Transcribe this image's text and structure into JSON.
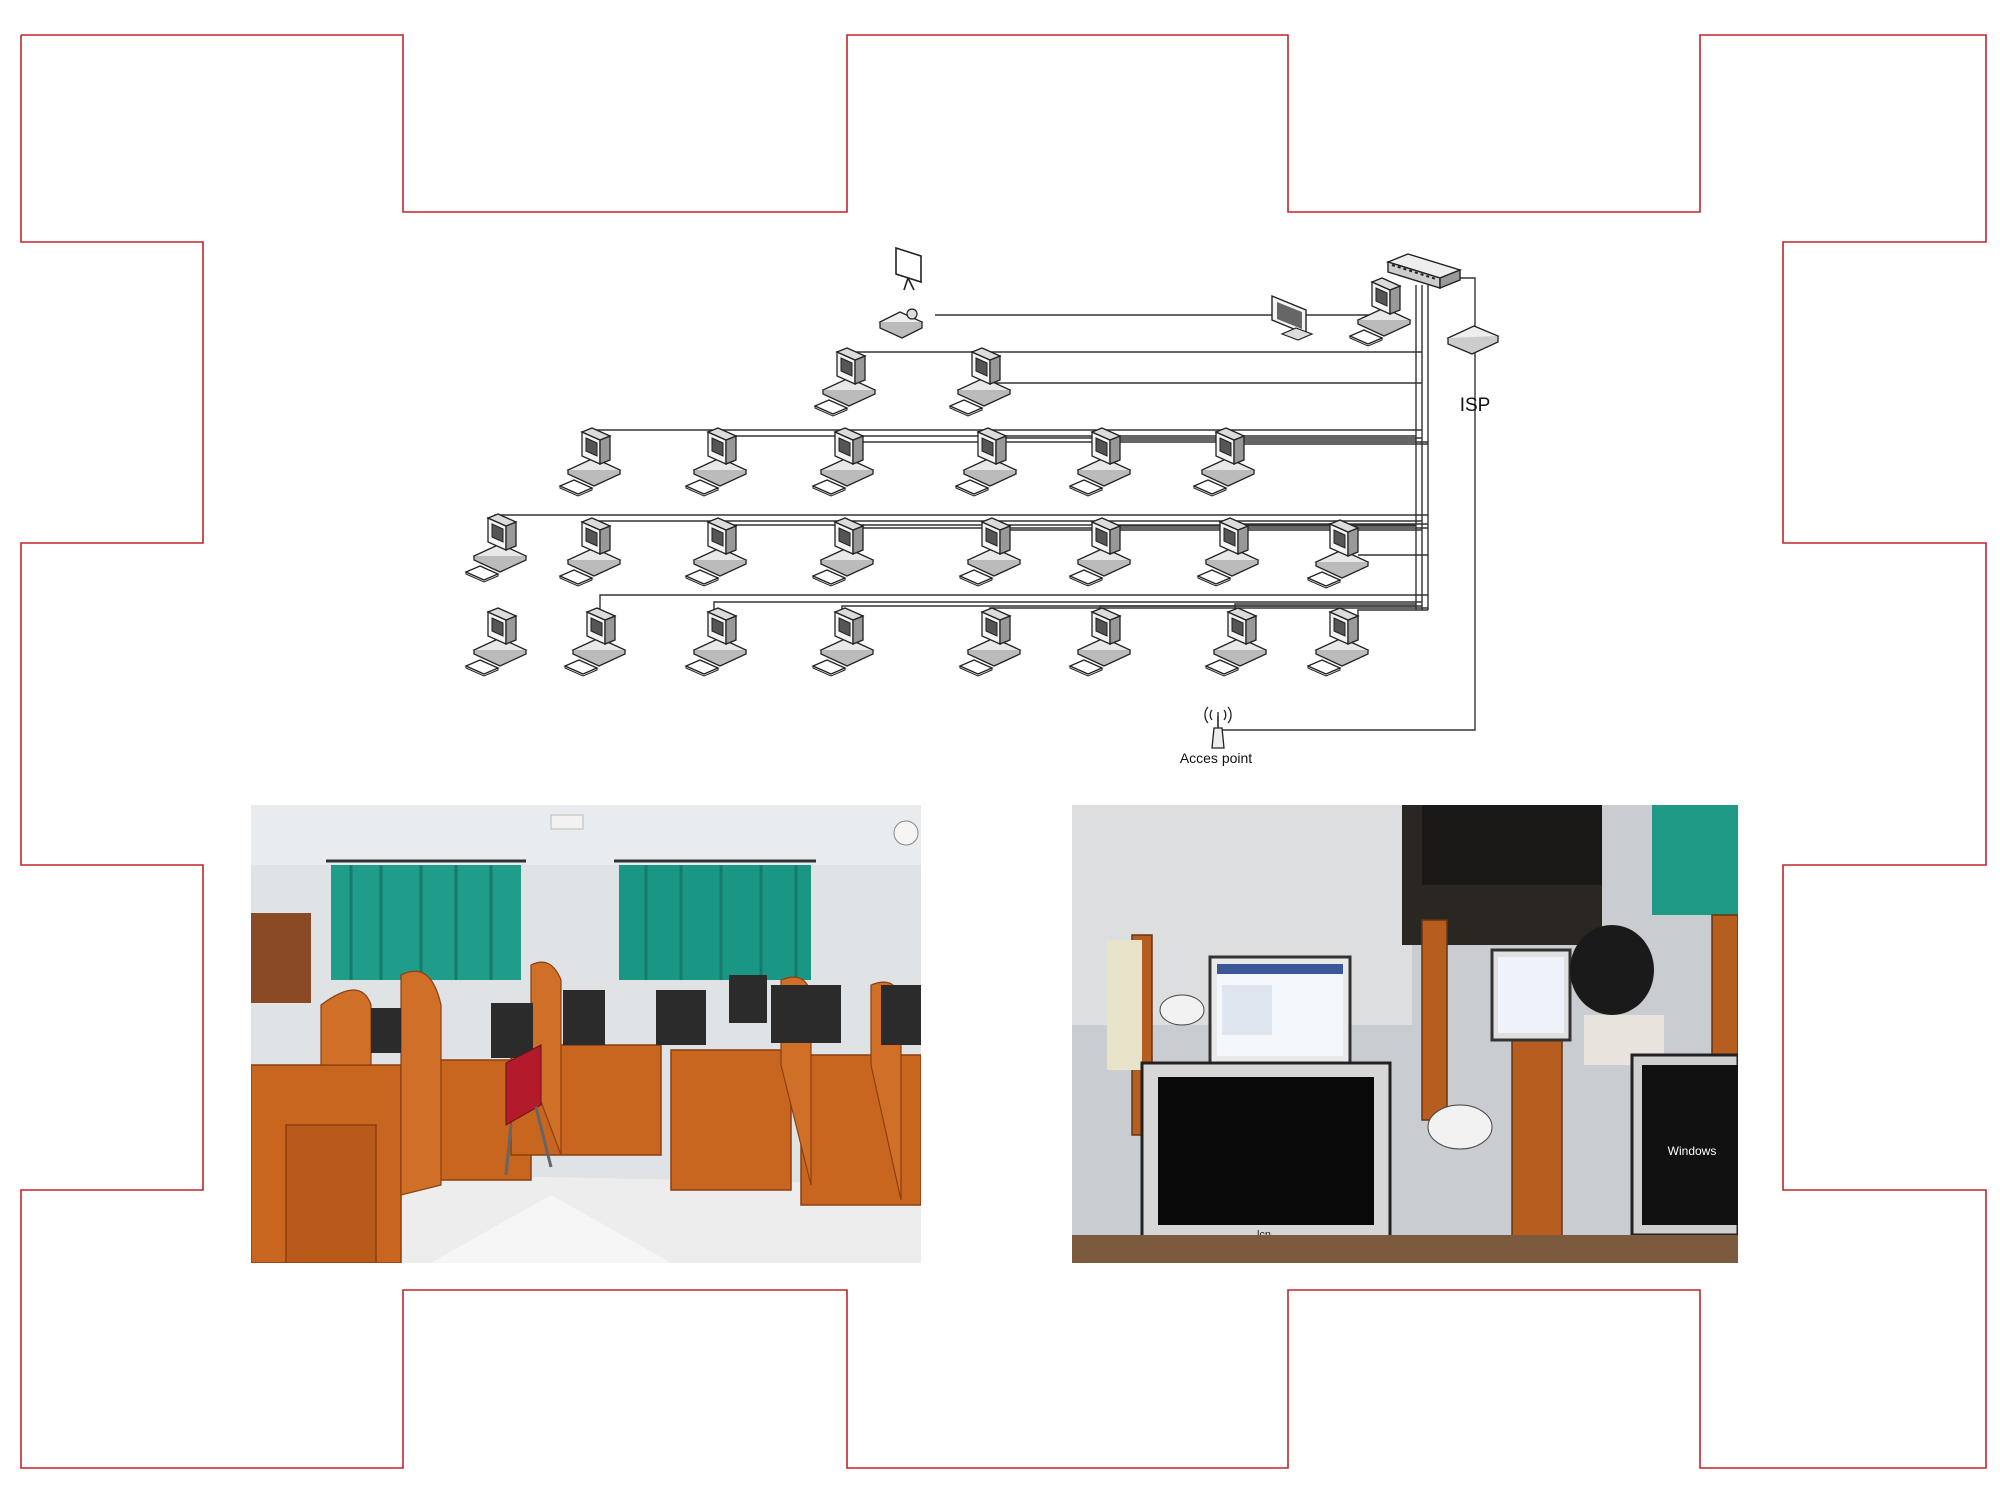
{
  "diagram": {
    "labels": {
      "isp": "ISP",
      "access_point": "Acces point"
    },
    "nodes": {
      "switch": "network-switch",
      "isp_modem": "isp-modem",
      "access_point": "access-point",
      "projector": "projector",
      "projection_screen": "projection-screen",
      "server_monitor": "lcd-monitor",
      "server": "server-workstation",
      "client_rows": [
        2,
        6,
        8,
        8
      ]
    },
    "colors": {
      "frame": "#c0262c",
      "line": "#333333"
    }
  },
  "photos": {
    "left": "computer-lab-room-photo",
    "right": "students-at-computers-photo",
    "monitor_brand": "lcn",
    "os_logo_text": "Windows"
  }
}
